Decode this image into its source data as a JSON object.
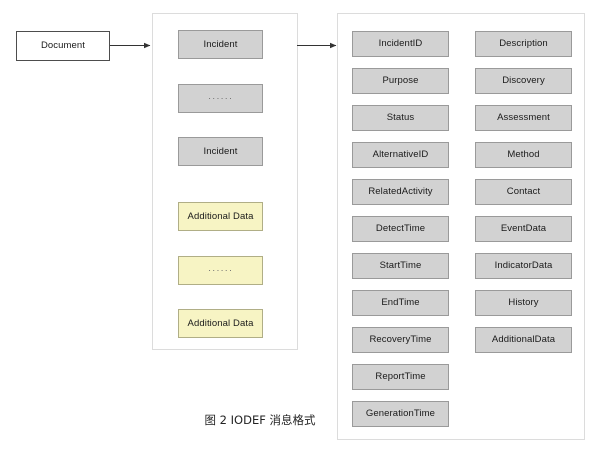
{
  "figure": {
    "caption": "图 2  IODEF 消息格式"
  },
  "colors": {
    "grey_fill": "#d2d2d2",
    "grey_border": "#9a9a9a",
    "yellow_fill": "#f7f4c4",
    "yellow_border": "#b0ae86",
    "container_border": "#dcdcdc",
    "document_border": "#4d4d4d",
    "arrow": "#333333",
    "page_background": "#ffffff"
  },
  "source": {
    "label": "Document"
  },
  "document_list": {
    "items": [
      {
        "label": "Incident",
        "style": "grey"
      },
      {
        "label": "······",
        "style": "grey-dots"
      },
      {
        "label": "Incident",
        "style": "grey"
      },
      {
        "label": "Additional Data",
        "style": "yellow"
      },
      {
        "label": "······",
        "style": "yellow-dots"
      },
      {
        "label": "Additional Data",
        "style": "yellow"
      }
    ]
  },
  "incident_fields": {
    "column_left": [
      "IncidentID",
      "Purpose",
      "Status",
      "AlternativeID",
      "RelatedActivity",
      "DetectTime",
      "StartTime",
      "EndTime",
      "RecoveryTime",
      "ReportTime",
      "GenerationTime"
    ],
    "column_right": [
      "Description",
      "Discovery",
      "Assessment",
      "Method",
      "Contact",
      "EventData",
      "IndicatorData",
      "History",
      "AdditionalData"
    ]
  },
  "arrows": [
    {
      "name": "document-to-list",
      "from": "Document",
      "to": "Document list"
    },
    {
      "name": "list-to-incident-fields",
      "from": "Incident",
      "to": "Incident fields"
    }
  ]
}
